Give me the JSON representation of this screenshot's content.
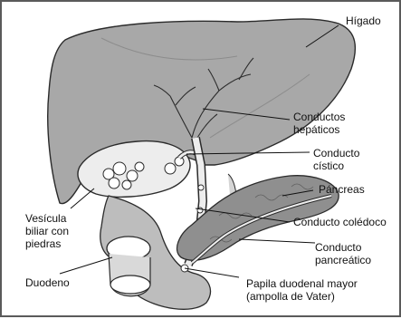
{
  "diagram": {
    "labels": {
      "higado": [
        "Hígado"
      ],
      "conductos_hepaticos": [
        "Conductos",
        "hepáticos"
      ],
      "conducto_cistico": [
        "Conducto",
        "cístico"
      ],
      "pancreas": [
        "Páncreas"
      ],
      "vesicula": [
        "Vesícula",
        "biliar con",
        "piedras"
      ],
      "conducto_coledoco": [
        "Conducto colédoco"
      ],
      "conducto_pancreatico": [
        "Conducto",
        "pancreático"
      ],
      "duodeno": [
        "Duodeno"
      ],
      "papila": [
        "Papila duodenal mayor",
        "(ampolla de Vater)"
      ]
    }
  },
  "colors": {
    "organ_fill": "#a8a8a8",
    "organ_dark": "#6f6f6f",
    "duct_fill": "#ededed",
    "outline": "#2b2b2b",
    "border": "#5a5a5a"
  }
}
